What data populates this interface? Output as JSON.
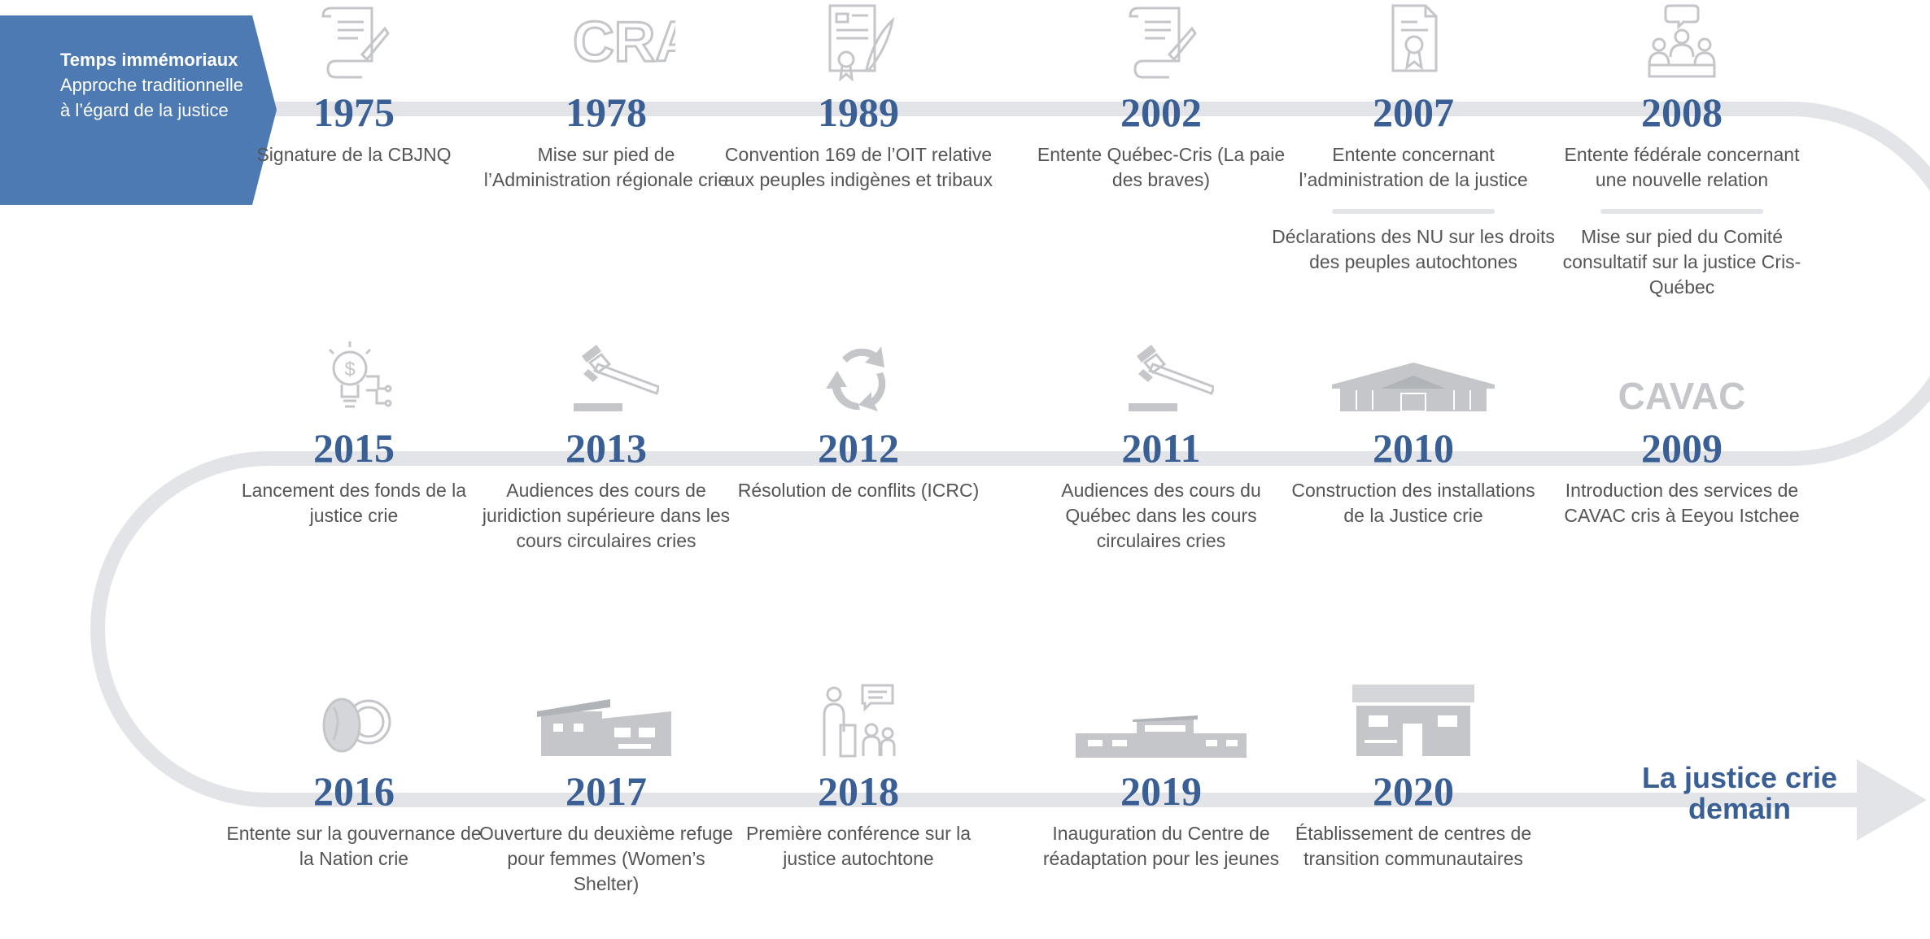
{
  "start": {
    "line1": "Temps immémoriaux",
    "line2": "Approche traditionnelle à l’égard de la justice"
  },
  "rows": [
    [
      {
        "year": "1975",
        "icon": "document-quill-icon",
        "desc": "Signature de la CBJNQ"
      },
      {
        "year": "1978",
        "icon": "cra-logo-icon",
        "logo_text": "CRA",
        "desc": "Mise sur pied de l’Administration régionale crie"
      },
      {
        "year": "1989",
        "icon": "certificate-quill-icon",
        "desc": "Convention 169 de l’OIT relative aux peuples indigènes et tribaux"
      },
      {
        "year": "2002",
        "icon": "document-quill-icon",
        "desc": "Entente Québec-Cris (La paie des braves)"
      },
      {
        "year": "2007",
        "icon": "certificate-icon",
        "desc": "Entente concernant l’administration de la justice",
        "desc2": "Déclarations des NU sur les droits des peuples autochtones"
      },
      {
        "year": "2008",
        "icon": "meeting-people-icon",
        "desc": "Entente fédérale concernant une nouvelle relation",
        "desc2": "Mise sur pied du Comité consultatif sur la justice Cris-Québec"
      }
    ],
    [
      {
        "year": "2015",
        "icon": "funding-lightbulb-icon",
        "desc": "Lancement des fonds de la justice crie"
      },
      {
        "year": "2013",
        "icon": "gavel-icon",
        "desc": "Audiences des cours de juridiction supérieure dans les cours circulaires cries"
      },
      {
        "year": "2012",
        "icon": "recycle-arrows-icon",
        "desc": "Résolution de conflits (ICRC)"
      },
      {
        "year": "2011",
        "icon": "gavel-icon",
        "desc": "Audiences des cours du Québec dans les cours circulaires cries"
      },
      {
        "year": "2010",
        "icon": "justice-building-icon",
        "desc": "Construction des installations de la Justice crie"
      },
      {
        "year": "2009",
        "icon": "cavac-logo-icon",
        "logo_text": "CAVAC",
        "desc": "Introduction des services de CAVAC cris à Eeyou Istchee"
      }
    ],
    [
      {
        "year": "2016",
        "icon": "drum-seal-icon",
        "desc": "Entente sur la gouvernance de la Nation crie"
      },
      {
        "year": "2017",
        "icon": "shelter-building-icon",
        "desc": "Ouverture du deuxième refuge pour femmes (Women’s Shelter)"
      },
      {
        "year": "2018",
        "icon": "conference-speaker-icon",
        "desc": "Première conférence sur la justice autochtone"
      },
      {
        "year": "2019",
        "icon": "rehab-center-icon",
        "desc": "Inauguration du Centre de réadaptation pour les jeunes"
      },
      {
        "year": "2020",
        "icon": "transition-house-icon",
        "desc": "Établissement de centres de transition communautaires"
      }
    ]
  ],
  "end": {
    "line1": "La justice crie",
    "line2": "demain"
  },
  "colors": {
    "accent": "#3a5f95",
    "box": "#4d7ab3",
    "track": "#e2e4e7",
    "icon": "#c4c6c9",
    "text": "#555555"
  }
}
